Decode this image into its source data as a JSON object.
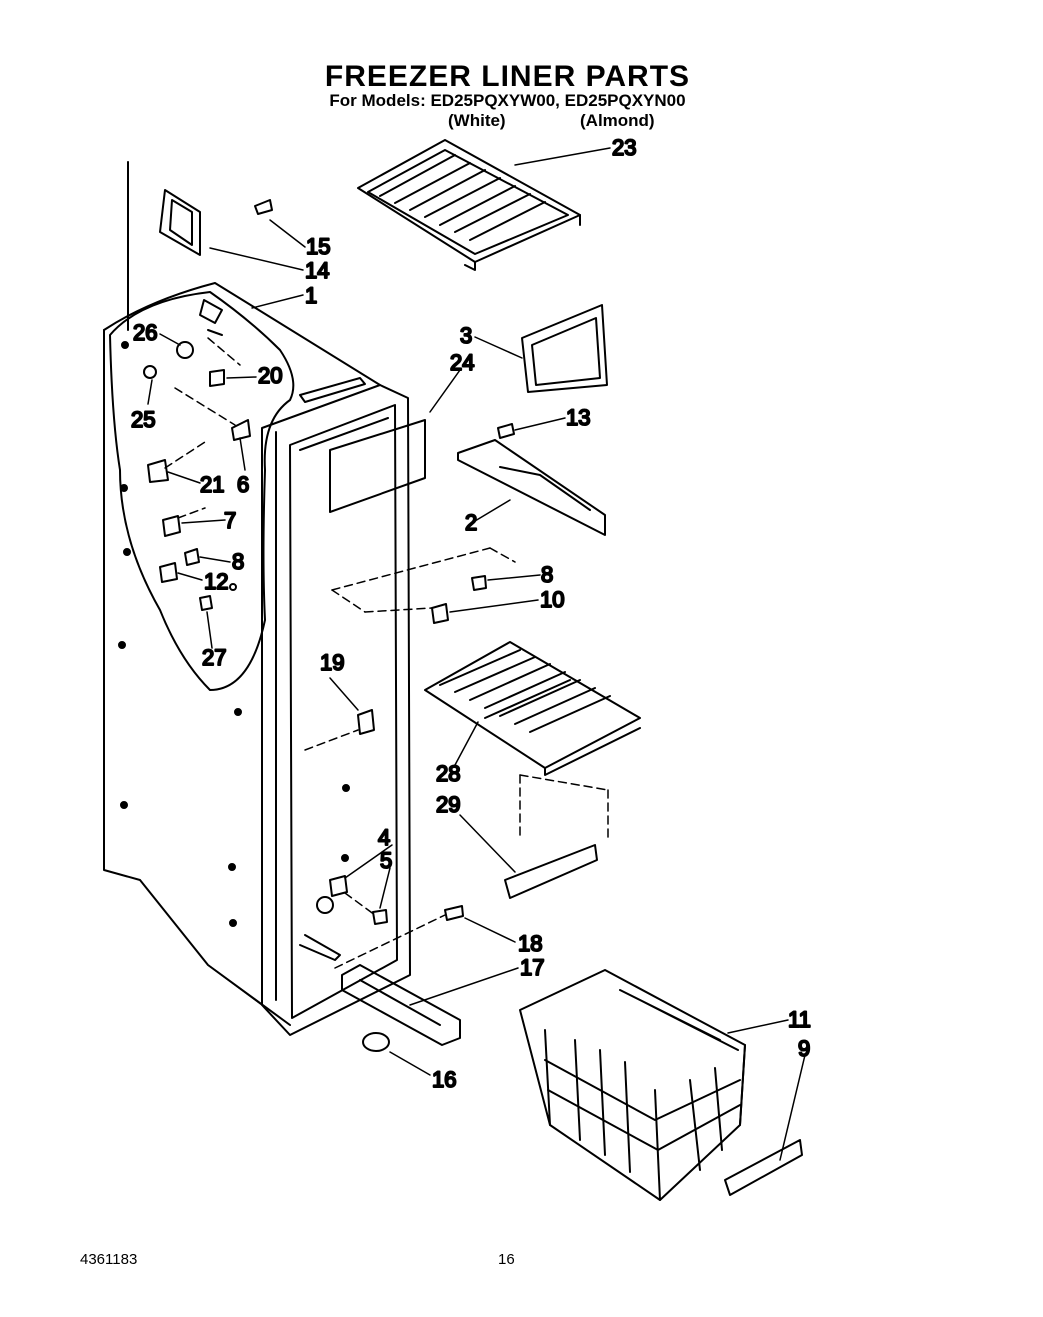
{
  "header": {
    "title": "FREEZER LINER PARTS",
    "models_line": "For Models: ED25PQXYW00, ED25PQXYN00",
    "color_white": "(White)",
    "color_almond": "(Almond)"
  },
  "callouts": [
    "23",
    "15",
    "14",
    "1",
    "3",
    "26",
    "24",
    "20",
    "25",
    "13",
    "6",
    "21",
    "7",
    "2",
    "8",
    "12",
    "10",
    "27",
    "19",
    "28",
    "29",
    "4",
    "5",
    "18",
    "17",
    "11",
    "9",
    "16"
  ],
  "footer": {
    "doc_number": "4361183",
    "page_number": "16"
  }
}
